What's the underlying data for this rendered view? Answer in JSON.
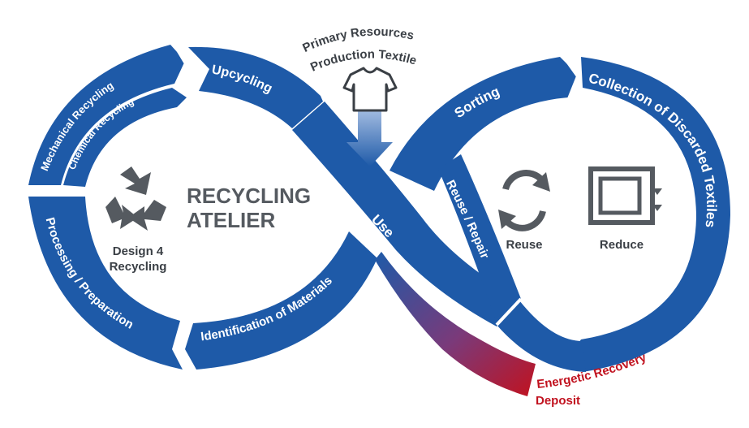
{
  "center": {
    "title_line1": "RECYCLING",
    "title_line2": "ATELIER",
    "design_line1": "Design 4",
    "design_line2": "Recycling"
  },
  "top": {
    "line1": "Primary Resources",
    "line2": "Production Textile"
  },
  "loop": {
    "mechanical": "Mechanical Recycling",
    "chemical": "Chemical Recycling",
    "upcycling": "Upcycling",
    "processing": "Processing / Preparation",
    "identification": "Identification of Materials",
    "use": "Use",
    "sorting": "Sorting",
    "reuse_repair": "Reuse / Repair",
    "collection": "Collection of Discarded Textiles"
  },
  "right": {
    "reuse": "Reuse",
    "reduce": "Reduce"
  },
  "bottom": {
    "energetic_line1": "Energetic Recovery",
    "energetic_line2": "Deposit"
  },
  "colors": {
    "band_blue": "#1e5aa8",
    "band_dark": "#174a8c",
    "red": "#c1121f",
    "grey": "#555a60"
  }
}
